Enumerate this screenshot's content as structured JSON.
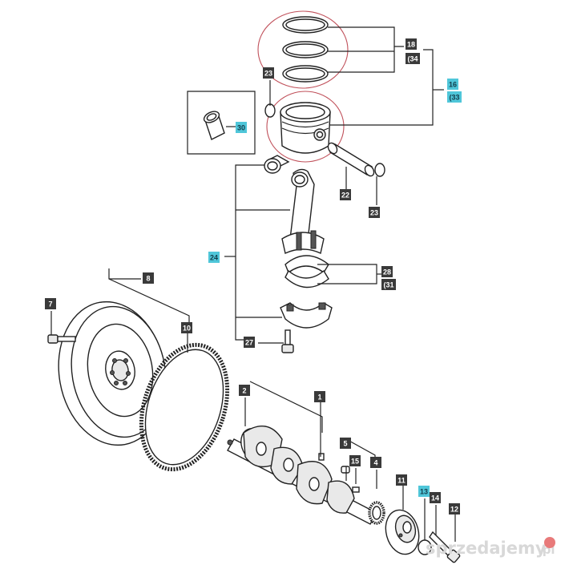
{
  "colors": {
    "label_dark": "#3a3a3a",
    "label_cyan": "#4fc6d9",
    "label_text_on_dark": "#ffffff",
    "label_text_on_cyan": "#123c4a",
    "group_circle": "#c0505a",
    "watermark": "#d8d8d8"
  },
  "callouts": [
    {
      "id": "18",
      "text": "18",
      "style": "dark"
    },
    {
      "id": "34",
      "text": "(34",
      "style": "dark"
    },
    {
      "id": "16",
      "text": "16",
      "style": "cyan"
    },
    {
      "id": "33",
      "text": "(33",
      "style": "cyan"
    },
    {
      "id": "23a",
      "text": "23",
      "style": "dark"
    },
    {
      "id": "30",
      "text": "30",
      "style": "cyan"
    },
    {
      "id": "22",
      "text": "22",
      "style": "dark"
    },
    {
      "id": "23b",
      "text": "23",
      "style": "dark"
    },
    {
      "id": "24",
      "text": "24",
      "style": "cyan"
    },
    {
      "id": "28",
      "text": "28",
      "style": "dark"
    },
    {
      "id": "31",
      "text": "(31",
      "style": "dark"
    },
    {
      "id": "8",
      "text": "8",
      "style": "dark"
    },
    {
      "id": "7",
      "text": "7",
      "style": "dark"
    },
    {
      "id": "10",
      "text": "10",
      "style": "dark"
    },
    {
      "id": "27",
      "text": "27",
      "style": "dark"
    },
    {
      "id": "2",
      "text": "2",
      "style": "dark"
    },
    {
      "id": "1",
      "text": "1",
      "style": "dark"
    },
    {
      "id": "5",
      "text": "5",
      "style": "dark"
    },
    {
      "id": "15",
      "text": "15",
      "style": "dark"
    },
    {
      "id": "4",
      "text": "4",
      "style": "dark"
    },
    {
      "id": "11",
      "text": "11",
      "style": "dark"
    },
    {
      "id": "13",
      "text": "13",
      "style": "cyan"
    },
    {
      "id": "14",
      "text": "14",
      "style": "dark"
    },
    {
      "id": "12",
      "text": "12",
      "style": "dark"
    }
  ],
  "watermark": {
    "text": "sprzedajemy",
    "suffix": ".pl"
  }
}
